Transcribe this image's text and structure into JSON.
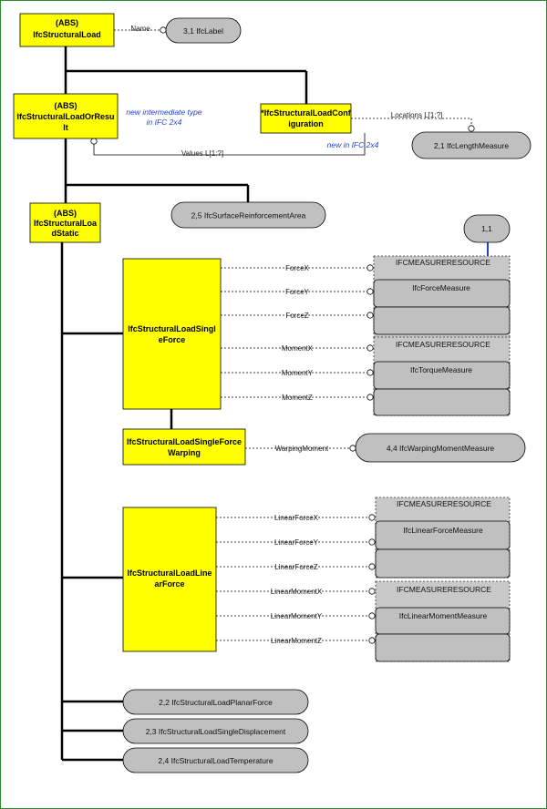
{
  "entities": {
    "structural_load": {
      "line1": "(ABS)",
      "line2": "IfcStructuralLoad"
    },
    "load_or_result": {
      "line1": "(ABS)",
      "line2": "IfcStructuralLoadOrResu",
      "line3": "lt"
    },
    "load_configuration": {
      "line1": "*IfcStructuralLoadConf",
      "line2": "iguration"
    },
    "load_static": {
      "line1": "(ABS)",
      "line2": "IfcStructuralLoa",
      "line3": "dStatic"
    },
    "single_force": {
      "line1": "IfcStructuralLoadSingl",
      "line2": "eForce"
    },
    "single_force_warping": {
      "line1": "IfcStructuralLoadSingleForce",
      "line2": "Warping"
    },
    "linear_force": {
      "line1": "IfcStructuralLoadLine",
      "line2": "arForce"
    }
  },
  "notes": {
    "intermediate_1": "new intermediate type",
    "intermediate_2": "in IFC 2x4",
    "new_2x4": "new in IFC 2x4"
  },
  "relations": {
    "name": "Name",
    "locations": "Locations L[1:?]",
    "values": "Values L[1:?]",
    "force_x": "ForceX",
    "force_y": "ForceY",
    "force_z": "ForceZ",
    "moment_x": "MomentX",
    "moment_y": "MomentY",
    "moment_z": "MomentZ",
    "warping_moment": "WarpingMoment",
    "linear_force_x": "LinearForceX",
    "linear_force_y": "LinearForceY",
    "linear_force_z": "LinearForceZ",
    "linear_moment_x": "LinearMomentX",
    "linear_moment_y": "LinearMomentY",
    "linear_moment_z": "LinearMomentZ"
  },
  "references": {
    "label": "3,1 IfcLabel",
    "length_measure": "2,1 IfcLengthMeasure",
    "surface_reinforcement": "2,5 IfcSurfaceReinforcementArea",
    "page_ref": "1,1",
    "warping_moment_measure": "4,4 IfcWarpingMomentMeasure",
    "planar_force": "2,2 IfcStructuralLoadPlanarForce",
    "single_displacement": "2,3 IfcStructuralLoadSingleDisplacement",
    "temperature": "2,4 IfcStructuralLoadTemperature"
  },
  "resources": {
    "force": {
      "header": "IFCMEASURERESOURCE",
      "type": "IfcForceMeasure"
    },
    "torque": {
      "header": "IFCMEASURERESOURCE",
      "type": "IfcTorqueMeasure"
    },
    "linear_force": {
      "header": "IFCMEASURERESOURCE",
      "type": "IfcLinearForceMeasure"
    },
    "linear_moment": {
      "header": "IFCMEASURERESOURCE",
      "type": "IfcLinearMomentMeasure"
    }
  },
  "colors": {
    "entity_fill": "#ffff00",
    "reference_fill": "#c0c0c0",
    "note_text": "#1f3fd0",
    "page_ref_line": "#2244cc",
    "frame_border": "#2e8b2e"
  }
}
